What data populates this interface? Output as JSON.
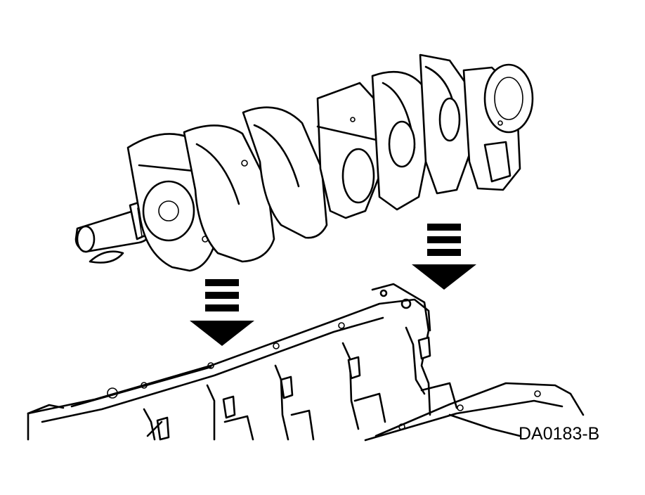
{
  "illustration": {
    "figure_code": "DA0183-B",
    "subject": "crankshaft-installation",
    "colors": {
      "ink": "#000000",
      "paper": "#ffffff"
    },
    "arrow_count": 2,
    "arrow_icon": "down-arrow-icon"
  }
}
